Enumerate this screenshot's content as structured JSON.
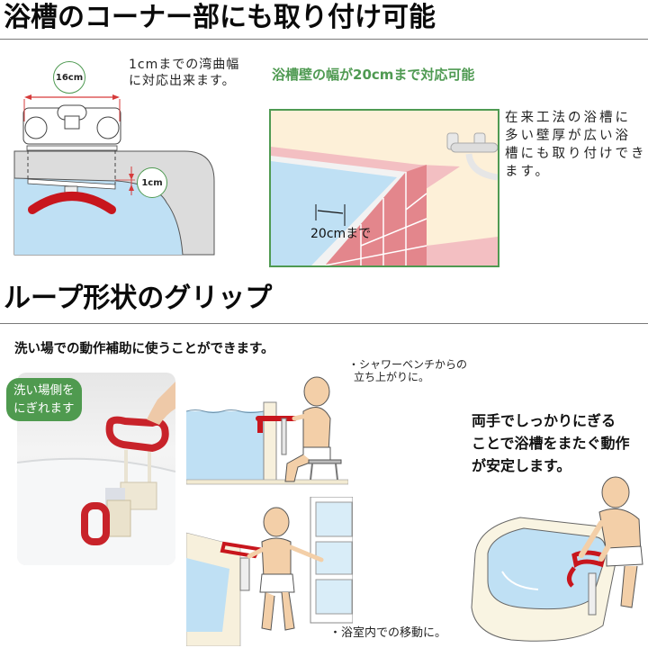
{
  "section1": {
    "title": "浴槽のコーナー部にも取り付け可能",
    "left_diagram": {
      "note_line1": "1cmまでの湾曲幅",
      "note_line2": "に対応出来ます。",
      "width_label": "16cm",
      "curve_label": "1cm"
    },
    "right_diagram": {
      "heading": "浴槽壁の幅が20cmまで対応可能",
      "measure_label": "20cmまで",
      "side_text_line1": "在来工法の浴槽に",
      "side_text_line2": "多い壁厚が広い浴",
      "side_text_line3": "槽にも取り付けでき",
      "side_text_line4": "ます。"
    }
  },
  "section2": {
    "title": "ループ形状のグリップ",
    "subheading": "洗い場での動作補助に使うことができます。",
    "photo": {
      "bubble_line1": "洗い場側を",
      "bubble_line2": "にぎれます"
    },
    "illustration_bench": {
      "caption_line1": "・シャワーベンチからの",
      "caption_line2": "立ち上がりに。"
    },
    "illustration_move": {
      "caption": "・浴室内での移動に。"
    },
    "illustration_tub": {
      "caption_line1": "両手でしっかりにぎる",
      "caption_line2": "ことで浴槽をまたぐ動作",
      "caption_line3": "が安定します。"
    }
  },
  "colors": {
    "accent_green": "#4f9a52",
    "grip_red": "#c8161d",
    "water_blue": "#bfe0f4",
    "tile_pink": "#e3868c",
    "wall_cream": "#fdf0d8",
    "rule_gray": "#7a7a7a"
  }
}
